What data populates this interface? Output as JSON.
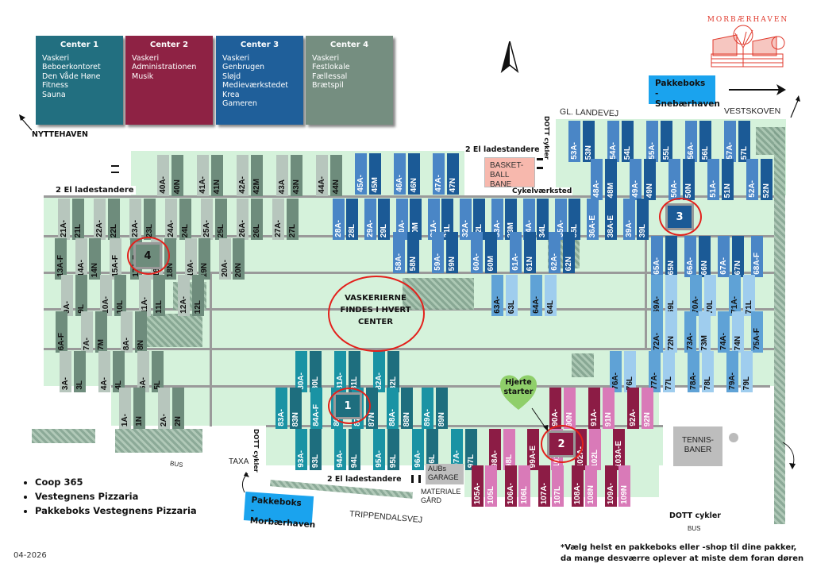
{
  "logo": {
    "title": "MORBÆRHAVEN",
    "color": "#e0392c"
  },
  "centers": [
    {
      "title": "Center 1",
      "color": "#226f80",
      "items": [
        "Vaskeri",
        "Beboerkontoret",
        "Den Våde Høne",
        "Fitness",
        "Sauna"
      ]
    },
    {
      "title": "Center 2",
      "color": "#8e2244",
      "items": [
        "Vaskeri",
        "Administrationen",
        "Musik"
      ]
    },
    {
      "title": "Center 3",
      "color": "#1f5f9a",
      "items": [
        "Vaskeri",
        "Genbrugen",
        "Sløjd",
        "Medieværkstedet",
        "Krea",
        "Gameren"
      ]
    },
    {
      "title": "Center 4",
      "color": "#758e80",
      "items": [
        "Vaskeri",
        "Festlokale",
        "Fællessal",
        "Brætspil"
      ]
    }
  ],
  "labels": {
    "nyttehaven": "NYTTEHAVEN",
    "gl_landevej": "GL. LANDEVEJ",
    "vestskoven": "VESTSKOVEN",
    "trippendalsvej": "TRIPPENDALSVEJ",
    "el_ladestandere_1": "2 El ladestandere",
    "el_ladestandere_2": "2 El ladestandere",
    "el_ladestandere_3": "2 El ladestandere",
    "dott_cykler_top": "DOTT cykler",
    "dott_cykler_mid": "DOTT cykler",
    "dott_cykler_bottom": "DOTT cykler",
    "basketball": "BASKET-BALL BANE",
    "cykelvaerksted": "Cykelværksted",
    "tennis": "TENNIS-BANER",
    "bus_1": "BUS",
    "bus_2": "BUS",
    "taxa": "TAXA",
    "aubs_garage": "AUBs GARAGE",
    "materiale_gard": "MATERIALE GÅRD",
    "hjerte_starter": "Hjerte starter",
    "vaskerierne": "VASKERIERNE FINDES I HVERT CENTER"
  },
  "pakkeboks": {
    "snebaer": "Pakkeboks - Snebærhaven",
    "morbaer": "Pakkeboks - Morbærhaven"
  },
  "hubs": [
    {
      "number": "1",
      "color": "#1e6e7e"
    },
    {
      "number": "2",
      "color": "#8c1c45"
    },
    {
      "number": "3",
      "color": "#1b5a96"
    },
    {
      "number": "4",
      "color": "#6e8c7c"
    }
  ],
  "plots": {
    "row_top_left": [
      "40A-",
      "40N",
      "41A-",
      "41N",
      "42A-",
      "42M",
      "43A",
      "43N",
      "44A-",
      "44N"
    ],
    "row_top_mid": [
      "45A-",
      "45M",
      "46A-",
      "46N",
      "47A-",
      "47N"
    ],
    "row_top_right": [
      "53A-",
      "53N",
      "54A-",
      "54L",
      "55A-",
      "55L",
      "56A-",
      "56L",
      "57A-",
      "57L"
    ],
    "row_2_right": [
      "48A-",
      "48M",
      "49A-",
      "49N",
      "50A-",
      "50N",
      "51A-",
      "51N",
      "52A-",
      "52N"
    ],
    "row_3_left": [
      "21A-",
      "21L",
      "22A-",
      "22L",
      "23A-",
      "23L",
      "24A-",
      "24L",
      "25A-",
      "25L",
      "26A-",
      "26L",
      "27A-",
      "27L"
    ],
    "row_3_mid": [
      "28A-",
      "28L",
      "29A-",
      "29L",
      "30A-",
      "30M",
      "31A-",
      "31L",
      "32A-",
      "32L",
      "33A-",
      "33M",
      "34A-",
      "34L",
      "35A-",
      "35L",
      "36A-E",
      "38A-E",
      "39A-",
      "39L"
    ],
    "row_4_left": [
      "13A-F",
      "14A-",
      "14N",
      "15A-F",
      "17A-F",
      "18A-",
      "18N",
      "19A-",
      "19N",
      "20A-",
      "20N"
    ],
    "row_4_mid": [
      "58A-",
      "58N",
      "59A-",
      "59N",
      "60A-",
      "60M",
      "61A-",
      "61N",
      "62A-",
      "62N"
    ],
    "row_4_right": [
      "65A-",
      "65N",
      "66A-",
      "66N",
      "67A-",
      "67N",
      "68A-F"
    ],
    "row_5_left": [
      "9A-",
      "9L",
      "10A-",
      "10L",
      "11A-",
      "11L",
      "12A-",
      "12L"
    ],
    "row_5_mid": [
      "63A-",
      "63L",
      "64A-",
      "64L"
    ],
    "row_5_right": [
      "69A-",
      "69L",
      "70A-",
      "70L",
      "71A-",
      "71L"
    ],
    "row_6_left": [
      "6A-F",
      "7A-",
      "7M",
      "8A-",
      "8N"
    ],
    "row_6_right": [
      "72A-",
      "72N",
      "73A-",
      "73M",
      "74A-",
      "74N",
      "75A-F"
    ],
    "row_7_left": [
      "3A-",
      "3L",
      "4A-",
      "4L",
      "5A-",
      "5L"
    ],
    "row_7_mid": [
      "80A-",
      "80L",
      "81A-",
      "81L",
      "82A-",
      "82L"
    ],
    "row_7_right": [
      "76A-",
      "76L",
      "77A-",
      "77L",
      "78A-",
      "78L",
      "79A-",
      "79L"
    ],
    "row_8_left": [
      "1A-",
      "1N",
      "2A-",
      "2N"
    ],
    "row_8_mid": [
      "83A-",
      "83N",
      "84A-F",
      "86A-F",
      "87A-",
      "87N",
      "88A-",
      "88N",
      "89A-",
      "89N"
    ],
    "row_8_right": [
      "90A-",
      "90N",
      "91A-",
      "91N",
      "92A-",
      "92N"
    ],
    "row_9_mid": [
      "93A-",
      "93L",
      "94A-",
      "94L",
      "95A-",
      "95L",
      "96A-",
      "96L",
      "97A-",
      "97L"
    ],
    "row_9_right": [
      "98A-",
      "98L",
      "99A-E",
      "101A-E",
      "102A-",
      "102L",
      "103A-E"
    ],
    "row_10_right": [
      "105A-",
      "105L",
      "106A-",
      "106L",
      "107A-",
      "107L",
      "108A-",
      "108N",
      "109A-",
      "109N"
    ]
  },
  "legend": [
    "Coop 365",
    "Vestegnens Pizzaria",
    "Pakkeboks Vestegnens Pizzaria"
  ],
  "date": "04-2026",
  "footnote": [
    "*Vælg helst en pakkeboks eller -shop til dine pakker,",
    "da mange desværre oplever at miste dem foran døren"
  ]
}
